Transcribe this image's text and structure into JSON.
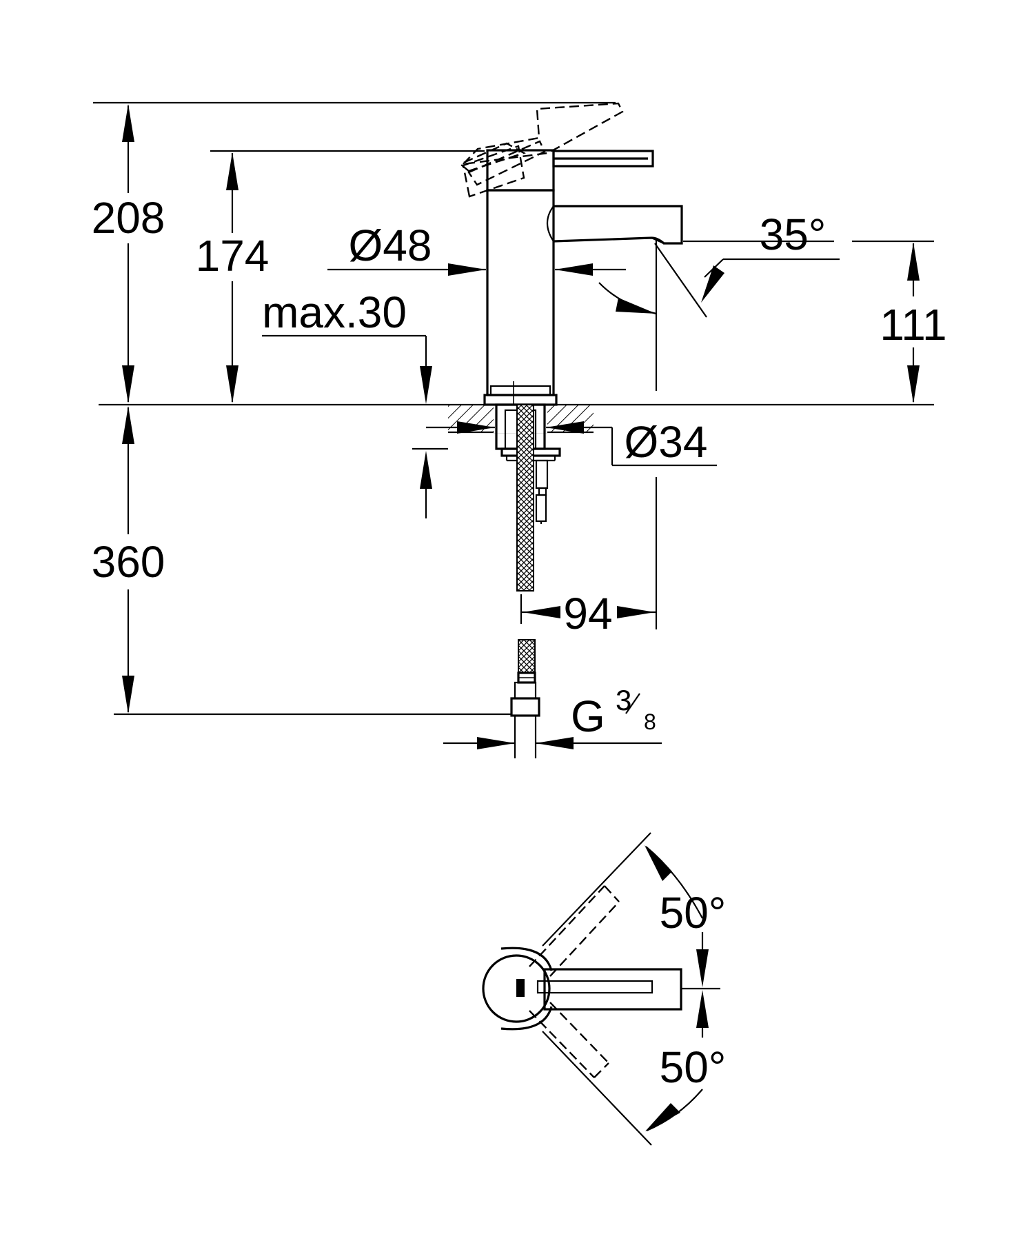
{
  "drawing": {
    "side_view": {
      "dimensions": {
        "total_height": "208",
        "spout_height": "174",
        "body_diameter": "Ø48",
        "deck_thickness": "max.30",
        "spout_angle": "35°",
        "outlet_height": "111",
        "hole_diameter": "Ø34",
        "hose_length": "360",
        "spout_reach": "94",
        "connection_letter": "G",
        "connection_numerator": "3",
        "connection_denominator": "8"
      }
    },
    "top_view": {
      "dimensions": {
        "swivel_angle_upper": "50°",
        "swivel_angle_lower": "50°"
      }
    }
  }
}
